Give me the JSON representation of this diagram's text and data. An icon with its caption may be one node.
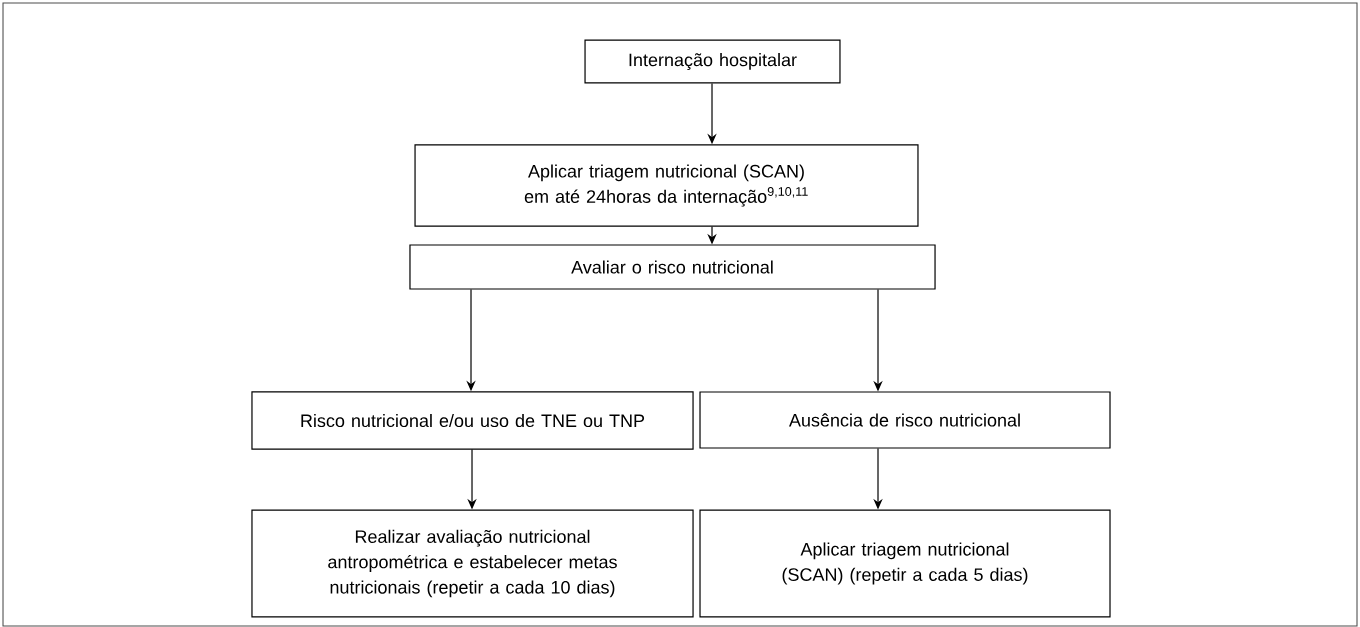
{
  "diagram": {
    "nodes": [
      {
        "text": [
          "Internação hospitalar"
        ]
      },
      {
        "text": [
          "Aplicar triagem nutricional (SCAN) em até 24horas da internação$^{9,10,11}$"
        ]
      },
      {
        "text": [
          "Avaliar o risco nutricional"
        ]
      },
      {
        "text": [
          "Risco nutricional e/ou uso de TNE ou TNP"
        ]
      },
      {
        "text": [
          "Ausência de risco nutricional"
        ]
      },
      {
        "text": [
          "Realizar avaliação nutricional antropométrica e estabelecer metas nutricionais (repetir a cada 10 dias)"
        ]
      },
      {
        "text": [
          "Aplicar triagem nutricional (SCAN) (repetir a cada 5 dias)"
        ]
      }
    ],
    "edges": [
      {
        "from": 0,
        "to": 1,
        "arrow": "to"
      },
      {
        "from": 1,
        "to": 2,
        "arrow": "to"
      },
      {
        "from": 2,
        "to": 3,
        "arrow": "to"
      },
      {
        "from": 2,
        "to": 4,
        "arrow": "to"
      },
      {
        "from": 3,
        "to": 5,
        "arrow": "to"
      },
      {
        "from": 4,
        "to": 6,
        "arrow": "to"
      }
    ]
  }
}
